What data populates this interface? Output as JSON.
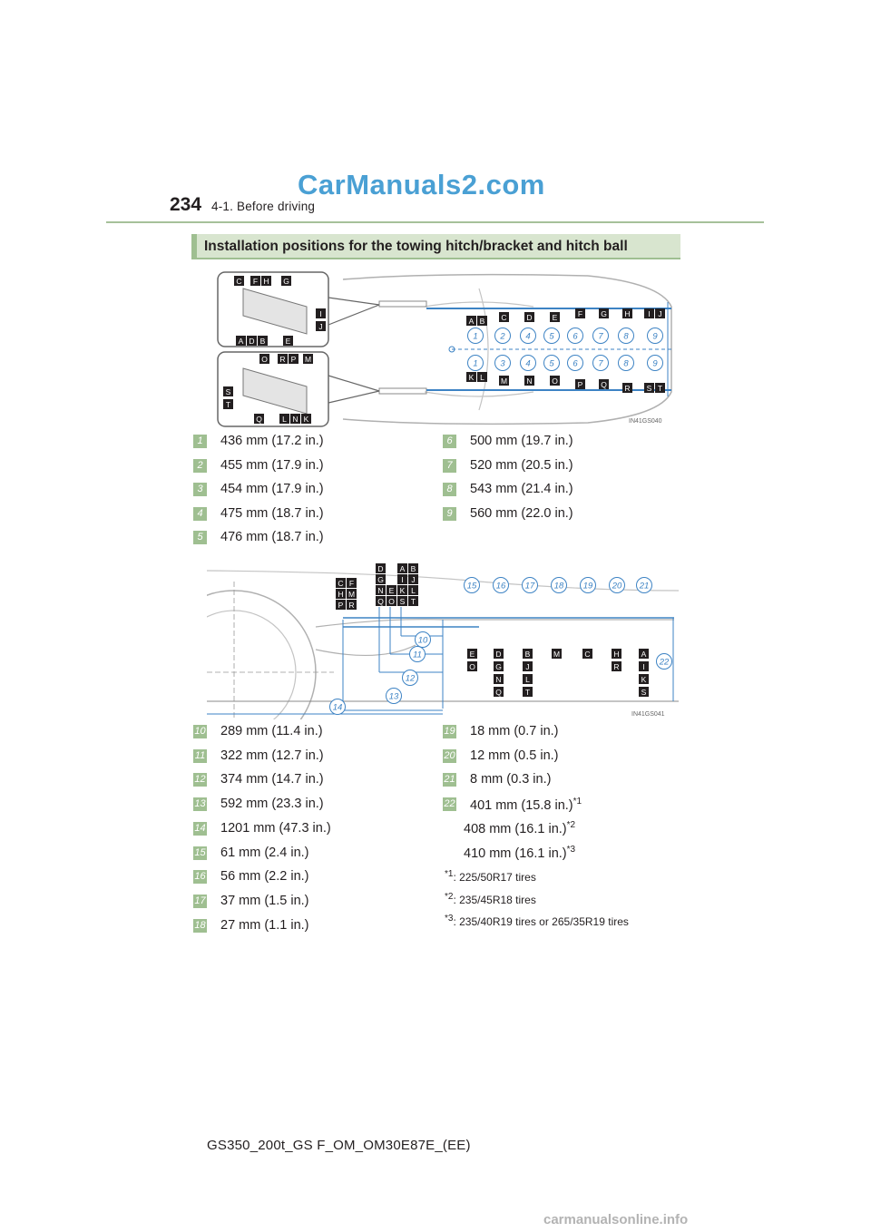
{
  "header": {
    "page_number": "234",
    "chapter": "4-1. Before driving",
    "watermark": "CarManuals2.com"
  },
  "section_title": "Installation positions for the towing hitch/bracket and hitch ball",
  "diagram1": {
    "code": "IN41GS040",
    "top_letters": [
      "C",
      "F",
      "H",
      "G",
      "I",
      "J",
      "A",
      "D",
      "B",
      "E"
    ],
    "bottom_letters": [
      "O",
      "R",
      "P",
      "M",
      "S",
      "T",
      "Q",
      "L",
      "N",
      "K"
    ],
    "row1_letters": [
      "A",
      "B",
      "C",
      "D",
      "E",
      "F",
      "G",
      "H",
      "I",
      "J"
    ],
    "row1_numbers": [
      "1",
      "2",
      "4",
      "5",
      "6",
      "7",
      "8",
      "9"
    ],
    "row2_numbers": [
      "1",
      "3",
      "4",
      "5",
      "6",
      "7",
      "8",
      "9"
    ],
    "row2_letters": [
      "K",
      "L",
      "M",
      "N",
      "O",
      "P",
      "Q",
      "R",
      "S",
      "T"
    ]
  },
  "measurements1": [
    {
      "num": "1",
      "text": "436 mm (17.2 in.)"
    },
    {
      "num": "2",
      "text": "455 mm (17.9 in.)"
    },
    {
      "num": "3",
      "text": "454 mm (17.9 in.)"
    },
    {
      "num": "4",
      "text": "475 mm (18.7 in.)"
    },
    {
      "num": "5",
      "text": "476 mm (18.7 in.)"
    },
    {
      "num": "6",
      "text": "500 mm (19.7 in.)"
    },
    {
      "num": "7",
      "text": "520 mm (20.5 in.)"
    },
    {
      "num": "8",
      "text": "543 mm (21.4 in.)"
    },
    {
      "num": "9",
      "text": "560 mm (22.0 in.)"
    }
  ],
  "diagram2": {
    "code": "IN41GS041",
    "grid_left": [
      "C",
      "F",
      "H",
      "M",
      "P",
      "R"
    ],
    "grid_mid": [
      "D",
      "G",
      "N",
      "E",
      "Q",
      "O"
    ],
    "grid_right": [
      "A",
      "B",
      "I",
      "J",
      "K",
      "L",
      "S",
      "T"
    ],
    "circle_numbers": [
      "15",
      "16",
      "17",
      "18",
      "19",
      "20",
      "21"
    ],
    "col1": [
      "E",
      "O"
    ],
    "col2": [
      "D",
      "G",
      "N",
      "Q"
    ],
    "col3": [
      "B",
      "J",
      "L",
      "T"
    ],
    "col4": [
      "M"
    ],
    "col5": [
      "C"
    ],
    "col6": [
      "H",
      "R"
    ],
    "col7": [
      "A",
      "I",
      "K",
      "S"
    ],
    "side_numbers": [
      "10",
      "11",
      "12",
      "13",
      "14",
      "22"
    ]
  },
  "measurements2_left": [
    {
      "num": "10",
      "text": "289 mm (11.4 in.)"
    },
    {
      "num": "11",
      "text": "322 mm (12.7 in.)"
    },
    {
      "num": "12",
      "text": "374 mm (14.7 in.)"
    },
    {
      "num": "13",
      "text": "592 mm (23.3 in.)"
    },
    {
      "num": "14",
      "text": "1201 mm (47.3 in.)"
    },
    {
      "num": "15",
      "text": "61 mm (2.4 in.)"
    },
    {
      "num": "16",
      "text": "56 mm (2.2 in.)"
    },
    {
      "num": "17",
      "text": "37 mm (1.5 in.)"
    },
    {
      "num": "18",
      "text": "27 mm (1.1 in.)"
    }
  ],
  "measurements2_right": [
    {
      "num": "19",
      "text": "18 mm (0.7 in.)"
    },
    {
      "num": "20",
      "text": "12 mm (0.5 in.)"
    },
    {
      "num": "21",
      "text": "8 mm (0.3 in.)"
    },
    {
      "num": "22",
      "text": "401 mm (15.8 in.)",
      "sup": "*1"
    }
  ],
  "extra_values": [
    {
      "text": "408 mm (16.1 in.)",
      "sup": "*2"
    },
    {
      "text": "410 mm (16.1 in.)",
      "sup": "*3"
    }
  ],
  "tire_notes": [
    {
      "mark": "*1",
      "text": ": 225/50R17 tires"
    },
    {
      "mark": "*2",
      "text": ": 235/45R18 tires"
    },
    {
      "mark": "*3",
      "text": ": 235/40R19 tires or 265/35R19 tires"
    }
  ],
  "footer": {
    "model": "GS350_200t_GS F_OM_OM30E87E_(EE)",
    "site": "carmanualsonline.info"
  }
}
